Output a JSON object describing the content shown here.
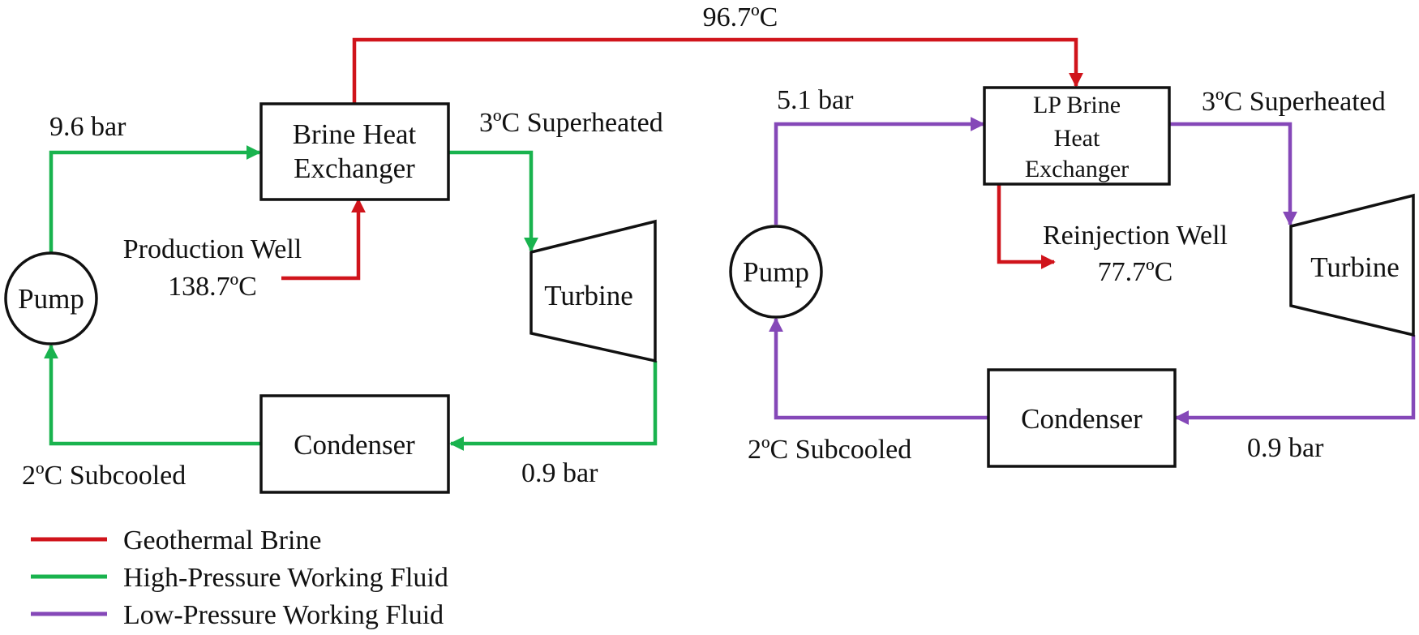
{
  "colors": {
    "geothermal_brine": "#d0141b",
    "high_pressure": "#19b34e",
    "low_pressure": "#8548b8",
    "outline": "#111111"
  },
  "high_pressure_loop": {
    "pump": "Pump",
    "heat_exchanger_line1": "Brine Heat",
    "heat_exchanger_line2": "Exchanger",
    "turbine": "Turbine",
    "condenser": "Condenser",
    "pressure_high": "9.6 bar",
    "superheat": "3ºC Superheated",
    "pressure_low": "0.9 bar",
    "subcool": "2ºC Subcooled",
    "production_well": "Production Well",
    "production_temp": "138.7ºC"
  },
  "brine_transfer_temp": "96.7ºC",
  "low_pressure_loop": {
    "pump": "Pump",
    "heat_exchanger_line1": "LP Brine",
    "heat_exchanger_line2": "Heat",
    "heat_exchanger_line3": "Exchanger",
    "turbine": "Turbine",
    "condenser": "Condenser",
    "pressure_high": "5.1 bar",
    "superheat": "3ºC Superheated",
    "pressure_low": "0.9 bar",
    "subcool": "2ºC Subcooled",
    "reinjection_well": "Reinjection Well",
    "reinjection_temp": "77.7ºC"
  },
  "legend": [
    {
      "label": "Geothermal Brine",
      "color_key": "geothermal_brine"
    },
    {
      "label": "High-Pressure Working Fluid",
      "color_key": "high_pressure"
    },
    {
      "label": "Low-Pressure Working Fluid",
      "color_key": "low_pressure"
    }
  ]
}
